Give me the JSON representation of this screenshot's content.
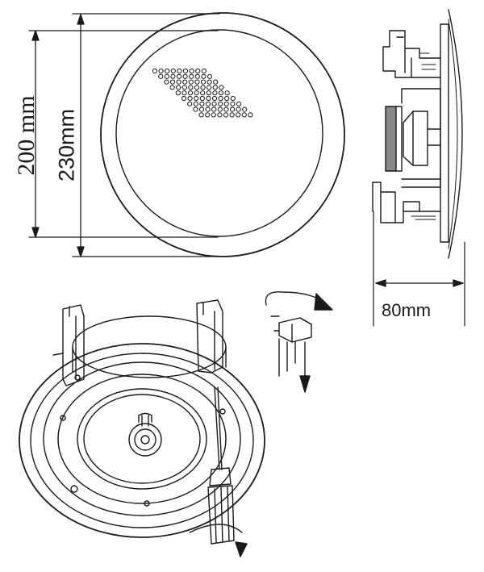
{
  "dimensions": {
    "inner_diameter_label": "200 mm",
    "outer_diameter_label": "230mm",
    "depth_label": "80mm"
  },
  "colors": {
    "line": "#1a1a1a",
    "magnet": "#888888",
    "background": "#ffffff"
  }
}
